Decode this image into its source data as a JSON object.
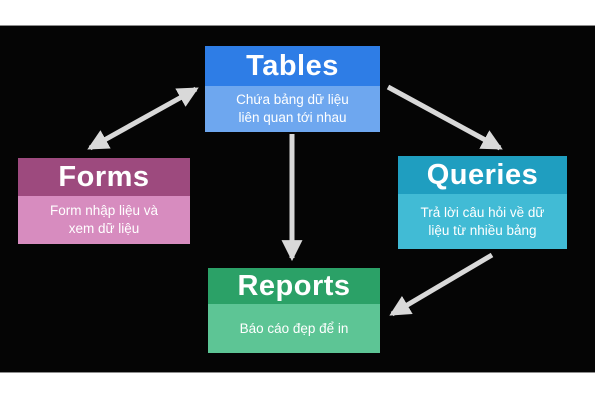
{
  "canvas": {
    "page_background": "#ffffff",
    "stage_background": "#050505",
    "stage_border_color": "#8d8d8d",
    "arrow_color": "#d9d9d9",
    "text_color": "#ffffff"
  },
  "nodes": [
    {
      "id": "tables",
      "title": "Tables",
      "subtitle": "Chứa bảng dữ liệu\nliên quan tới nhau",
      "header_color": "#2e7de6",
      "body_color": "#6ea7ef"
    },
    {
      "id": "forms",
      "title": "Forms",
      "subtitle": "Form nhập liệu và\nxem dữ liệu",
      "header_color": "#9d4a7e",
      "body_color": "#d78cbf"
    },
    {
      "id": "queries",
      "title": "Queries",
      "subtitle": "Trả lời câu hỏi về dữ\nliệu từ nhiều bảng",
      "header_color": "#1f9ec0",
      "body_color": "#41bbd5"
    },
    {
      "id": "reports",
      "title": "Reports",
      "subtitle": "Báo cáo đẹp để in",
      "header_color": "#2ba167",
      "body_color": "#5dc595"
    }
  ],
  "edges": [
    {
      "from": "Forms",
      "to": "Tables",
      "bidirectional": true
    },
    {
      "from": "Tables",
      "to": "Queries",
      "bidirectional": false
    },
    {
      "from": "Tables",
      "to": "Reports",
      "bidirectional": false
    },
    {
      "from": "Queries",
      "to": "Reports",
      "bidirectional": false
    }
  ]
}
